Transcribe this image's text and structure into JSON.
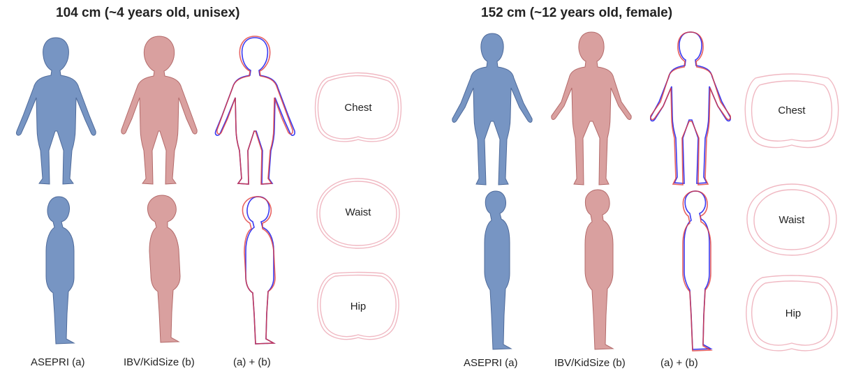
{
  "colors": {
    "blue": "#7795c3",
    "blue_dark": "#4e6a9a",
    "red": "#d9a09f",
    "red_dark": "#b36a6a",
    "outline_blue": "#3a3af0",
    "outline_red": "#e03a3a",
    "ring": "#f0b8c2"
  },
  "panels": [
    {
      "title": "104 cm (~4 years old, unisex)",
      "captions": {
        "a": "ASEPRI (a)",
        "b": "IBV/KidSize (b)",
        "ab": "(a) + (b)"
      },
      "sections": [
        "Chest",
        "Waist",
        "Hip"
      ]
    },
    {
      "title": "152 cm (~12 years old, female)",
      "captions": {
        "a": "ASEPRI (a)",
        "b": "IBV/KidSize (b)",
        "ab": "(a) + (b)"
      },
      "sections": [
        "Chest",
        "Waist",
        "Hip"
      ]
    }
  ]
}
